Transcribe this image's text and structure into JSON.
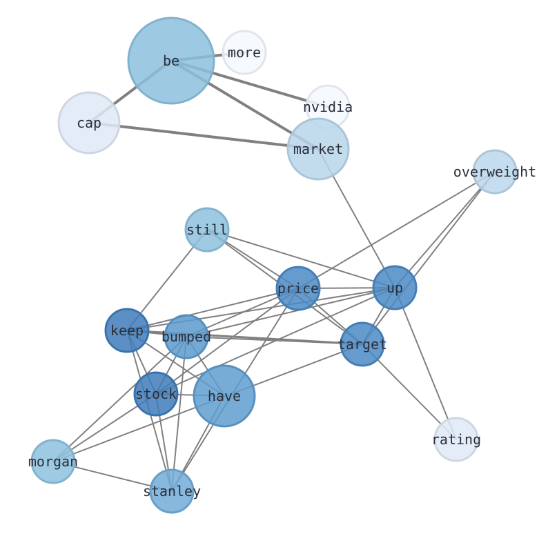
{
  "nodes": [
    {
      "id": "be",
      "label": "be",
      "color": "#8dc0de"
    },
    {
      "id": "more",
      "label": "more",
      "color": "#f5f9fe"
    },
    {
      "id": "nvidia",
      "label": "nvidia",
      "color": "#f5f9fe"
    },
    {
      "id": "cap",
      "label": "cap",
      "color": "#dfe9f6"
    },
    {
      "id": "market",
      "label": "market",
      "color": "#b9d6ea"
    },
    {
      "id": "overweight",
      "label": "overweight",
      "color": "#bbd7eb"
    },
    {
      "id": "still",
      "label": "still",
      "color": "#8ec1df"
    },
    {
      "id": "price",
      "label": "price",
      "color": "#4a89c4"
    },
    {
      "id": "up",
      "label": "up",
      "color": "#4a89c4"
    },
    {
      "id": "keep",
      "label": "keep",
      "color": "#3f7dbb"
    },
    {
      "id": "bumped",
      "label": "bumped",
      "color": "#5d9ace"
    },
    {
      "id": "target",
      "label": "target",
      "color": "#4a89c4"
    },
    {
      "id": "stock",
      "label": "stock",
      "color": "#3f7dbb"
    },
    {
      "id": "have",
      "label": "have",
      "color": "#5f9dcf"
    },
    {
      "id": "rating",
      "label": "rating",
      "color": "#dfe9f6"
    },
    {
      "id": "morgan",
      "label": "morgan",
      "color": "#8ec1df"
    },
    {
      "id": "stanley",
      "label": "stanley",
      "color": "#72acd7"
    }
  ],
  "edges": [
    {
      "source": "be",
      "target": "more",
      "weight": "heavy"
    },
    {
      "source": "be",
      "target": "nvidia",
      "weight": "heavy"
    },
    {
      "source": "be",
      "target": "cap",
      "weight": "heavy"
    },
    {
      "source": "be",
      "target": "market",
      "weight": "heavy"
    },
    {
      "source": "cap",
      "target": "market",
      "weight": "heavy"
    },
    {
      "source": "market",
      "target": "up",
      "weight": "normal"
    },
    {
      "source": "overweight",
      "target": "up",
      "weight": "normal"
    },
    {
      "source": "overweight",
      "target": "target",
      "weight": "normal"
    },
    {
      "source": "overweight",
      "target": "price",
      "weight": "normal"
    },
    {
      "source": "still",
      "target": "up",
      "weight": "normal"
    },
    {
      "source": "still",
      "target": "target",
      "weight": "normal"
    },
    {
      "source": "still",
      "target": "keep",
      "weight": "normal"
    },
    {
      "source": "still",
      "target": "price",
      "weight": "normal"
    },
    {
      "source": "price",
      "target": "up",
      "weight": "normal"
    },
    {
      "source": "price",
      "target": "target",
      "weight": "normal"
    },
    {
      "source": "price",
      "target": "keep",
      "weight": "normal"
    },
    {
      "source": "price",
      "target": "bumped",
      "weight": "normal"
    },
    {
      "source": "price",
      "target": "stock",
      "weight": "normal"
    },
    {
      "source": "price",
      "target": "stanley",
      "weight": "normal"
    },
    {
      "source": "up",
      "target": "target",
      "weight": "normal"
    },
    {
      "source": "up",
      "target": "keep",
      "weight": "normal"
    },
    {
      "source": "up",
      "target": "bumped",
      "weight": "normal"
    },
    {
      "source": "up",
      "target": "stock",
      "weight": "normal"
    },
    {
      "source": "up",
      "target": "rating",
      "weight": "normal"
    },
    {
      "source": "target",
      "target": "keep",
      "weight": "medium"
    },
    {
      "source": "target",
      "target": "bumped",
      "weight": "normal"
    },
    {
      "source": "target",
      "target": "rating",
      "weight": "normal"
    },
    {
      "source": "target",
      "target": "morgan",
      "weight": "normal"
    },
    {
      "source": "keep",
      "target": "bumped",
      "weight": "normal"
    },
    {
      "source": "keep",
      "target": "stock",
      "weight": "normal"
    },
    {
      "source": "keep",
      "target": "have",
      "weight": "normal"
    },
    {
      "source": "keep",
      "target": "stanley",
      "weight": "normal"
    },
    {
      "source": "bumped",
      "target": "stock",
      "weight": "normal"
    },
    {
      "source": "bumped",
      "target": "have",
      "weight": "normal"
    },
    {
      "source": "bumped",
      "target": "stanley",
      "weight": "normal"
    },
    {
      "source": "bumped",
      "target": "morgan",
      "weight": "normal"
    },
    {
      "source": "stock",
      "target": "have",
      "weight": "normal"
    },
    {
      "source": "stock",
      "target": "stanley",
      "weight": "normal"
    },
    {
      "source": "stock",
      "target": "morgan",
      "weight": "normal"
    },
    {
      "source": "have",
      "target": "stanley",
      "weight": "normal"
    },
    {
      "source": "morgan",
      "target": "stanley",
      "weight": "normal"
    }
  ]
}
